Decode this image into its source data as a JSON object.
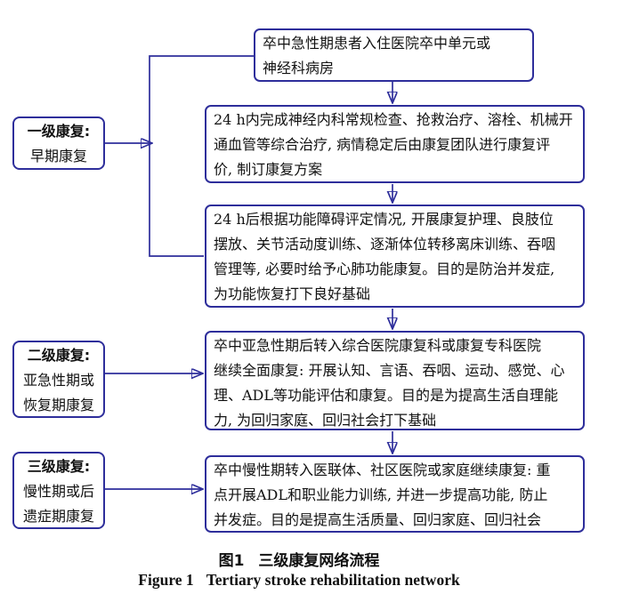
{
  "colors": {
    "accent": "#2e2e9b",
    "text": "#111111",
    "background": "#ffffff"
  },
  "flow": {
    "box_admission": {
      "text": "卒中急性期患者入住医院卒中单元或\n神经科病房"
    },
    "box_acute_treatment": {
      "text": "24 h内完成神经内科常规检查、抢救治疗、溶栓、机械开\n通血管等综合治疗, 病情稳定后由康复团队进行康复评\n价, 制订康复方案"
    },
    "box_early_rehab": {
      "text": "24 h后根据功能障碍评定情况, 开展康复护理、良肢位\n摆放、关节活动度训练、逐渐体位转移离床训练、吞咽\n管理等, 必要时给予心肺功能康复。目的是防治并发症,\n为功能恢复打下良好基础"
    },
    "box_subacute_rehab": {
      "text": "卒中亚急性期后转入综合医院康复科或康复专科医院\n继续全面康复: 开展认知、言语、吞咽、运动、感觉、心\n理、ADL等功能评估和康复。目的是为提高生活自理能\n力, 为回归家庭、回归社会打下基础"
    },
    "box_chronic_rehab": {
      "text": "卒中慢性期转入医联体、社区医院或家庭继续康复: 重\n点开展ADL和职业能力训练, 并进一步提高功能, 防止\n并发症。目的是提高生活质量、回归家庭、回归社会"
    }
  },
  "stages": {
    "stage1": {
      "title": "一级康复:",
      "subtitle": "早期康复"
    },
    "stage2": {
      "title": "二级康复:",
      "subtitle": "亚急性期或\n恢复期康复"
    },
    "stage3": {
      "title": "三级康复:",
      "subtitle": "慢性期或后\n遗症期康复"
    }
  },
  "caption": {
    "zh_label": "图1",
    "zh_text": "三级康复网络流程",
    "en_label": "Figure 1",
    "en_text": "Tertiary stroke rehabilitation network"
  }
}
